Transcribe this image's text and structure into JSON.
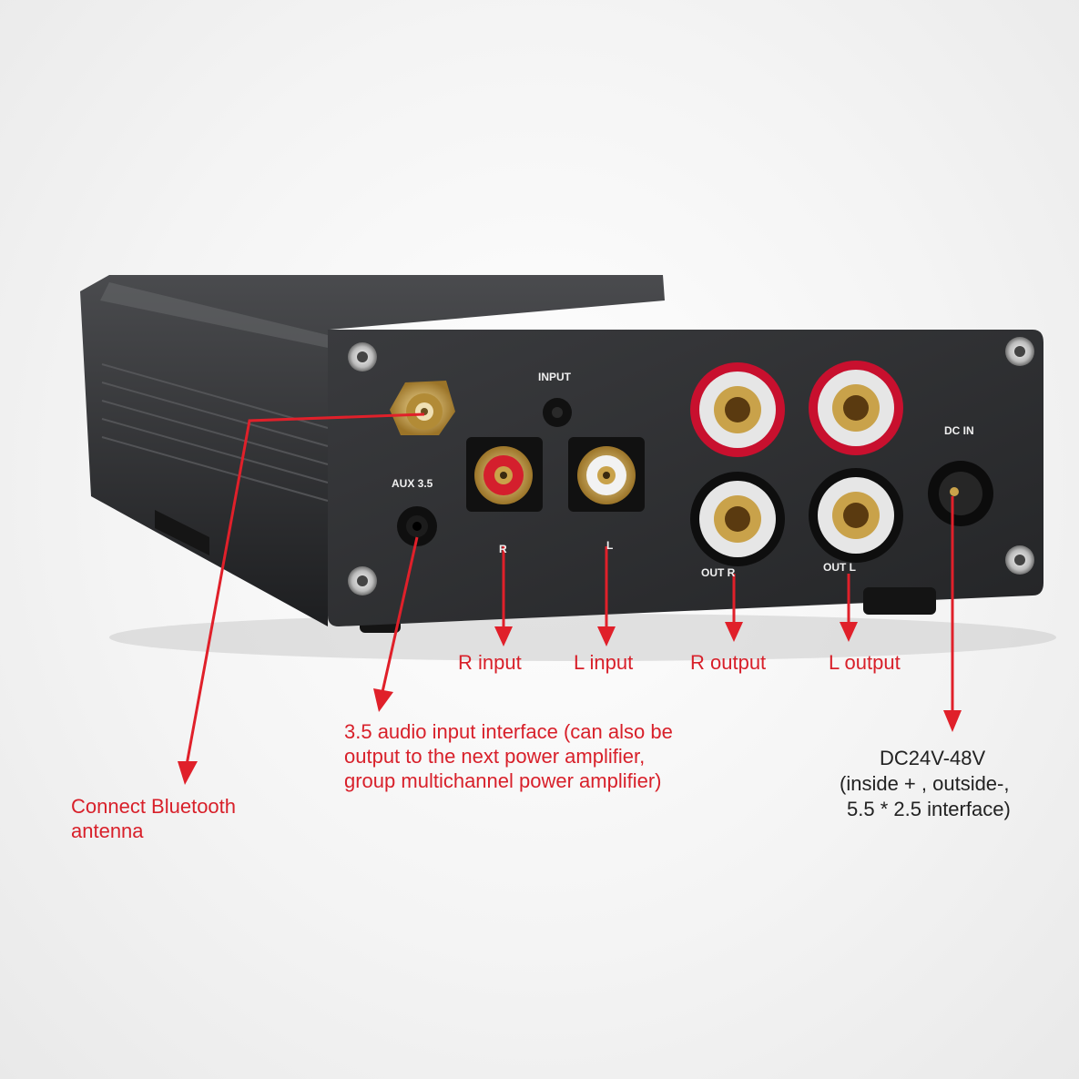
{
  "panel_labels": {
    "input": "INPUT",
    "aux": "AUX 3.5",
    "r": "R",
    "l": "L",
    "out_r": "OUT R",
    "out_l": "OUT L",
    "dc_in": "DC IN"
  },
  "callouts": {
    "r_input": "R input",
    "l_input": "L input",
    "r_output": "R output",
    "l_output": "L output",
    "aux_line1": "3.5 audio input interface (can also be",
    "aux_line2": "output to the next power amplifier,",
    "aux_line3": "group multichannel power amplifier)",
    "bt_line1": "Connect Bluetooth",
    "bt_line2": "antenna",
    "dc_line1": "DC24V-48V",
    "dc_line2": "(inside + , outside-,",
    "dc_line3": "5.5 * 2.5 interface)"
  },
  "colors": {
    "arrow": "#e0202a",
    "callout_text": "#d8202a",
    "chassis": "#2b2c2e",
    "red_binding_post": "#c8102e",
    "gold": "#c9a24a"
  }
}
